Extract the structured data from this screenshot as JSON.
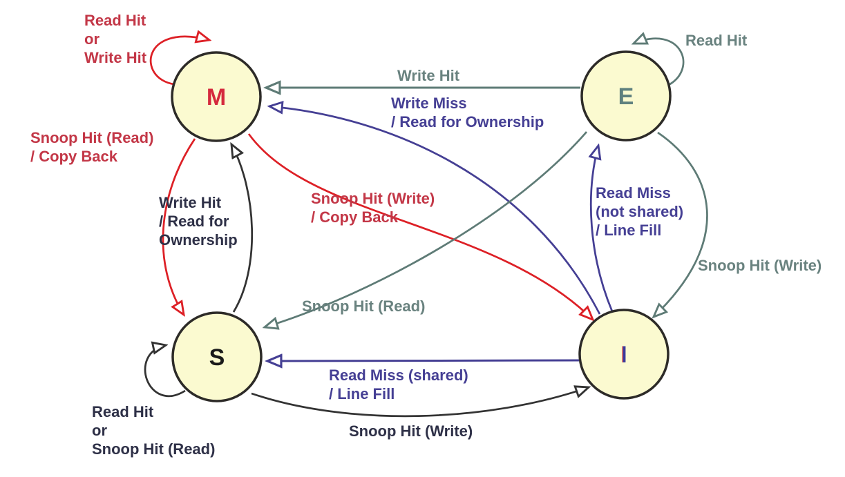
{
  "colors": {
    "background": "#ffffff",
    "node_fill": "#fbfad0",
    "node_border": "#2d2b28",
    "red_text": "#c33747",
    "red_arrow": "#dd2026",
    "gray_text": "#69827f",
    "gray_arrow": "#5e7b76",
    "purple": "#453f94",
    "dark_text": "#2e3047",
    "black_arrow": "#333333",
    "m_letter": "#d5293d",
    "e_letter": "#5e807e",
    "s_letter": "#1a1a1a",
    "i_letter_left": "#b2344e",
    "i_letter_right": "#3a3a9c"
  },
  "nodes": {
    "M": {
      "label": "M"
    },
    "E": {
      "label": "E"
    },
    "S": {
      "label": "S"
    },
    "I": {
      "label": "I"
    }
  },
  "edges": {
    "m_self": {
      "from": "M",
      "to": "M",
      "color": "red",
      "label": "Read Hit\nor\nWrite Hit"
    },
    "e_self": {
      "from": "E",
      "to": "E",
      "color": "gray",
      "label": "Read Hit"
    },
    "e_to_m": {
      "from": "E",
      "to": "M",
      "color": "gray",
      "label": "Write Hit"
    },
    "i_to_m": {
      "from": "I",
      "to": "M",
      "color": "purple",
      "label": "Write Miss\n/ Read for Ownership"
    },
    "m_to_s": {
      "from": "M",
      "to": "S",
      "color": "red",
      "label": "Snoop Hit (Read)\n/ Copy Back"
    },
    "s_to_m": {
      "from": "S",
      "to": "M",
      "color": "dark",
      "label": "Write Hit\n/ Read for\nOwnership"
    },
    "m_to_i": {
      "from": "M",
      "to": "I",
      "color": "red",
      "label": "Snoop Hit (Write)\n/ Copy Back"
    },
    "i_to_e": {
      "from": "I",
      "to": "E",
      "color": "purple",
      "label": "Read Miss\n(not shared)\n/ Line Fill"
    },
    "e_to_i": {
      "from": "E",
      "to": "I",
      "color": "gray",
      "label": "Snoop Hit (Write)"
    },
    "e_to_s": {
      "from": "E",
      "to": "S",
      "color": "gray",
      "label": "Snoop Hit (Read)"
    },
    "i_to_s": {
      "from": "I",
      "to": "S",
      "color": "purple",
      "label": "Read Miss (shared)\n/ Line Fill"
    },
    "s_to_i": {
      "from": "S",
      "to": "I",
      "color": "dark",
      "label": "Snoop Hit (Write)"
    },
    "s_self": {
      "from": "S",
      "to": "S",
      "color": "dark",
      "label": "Read Hit\nor\nSnoop Hit (Read)"
    }
  }
}
